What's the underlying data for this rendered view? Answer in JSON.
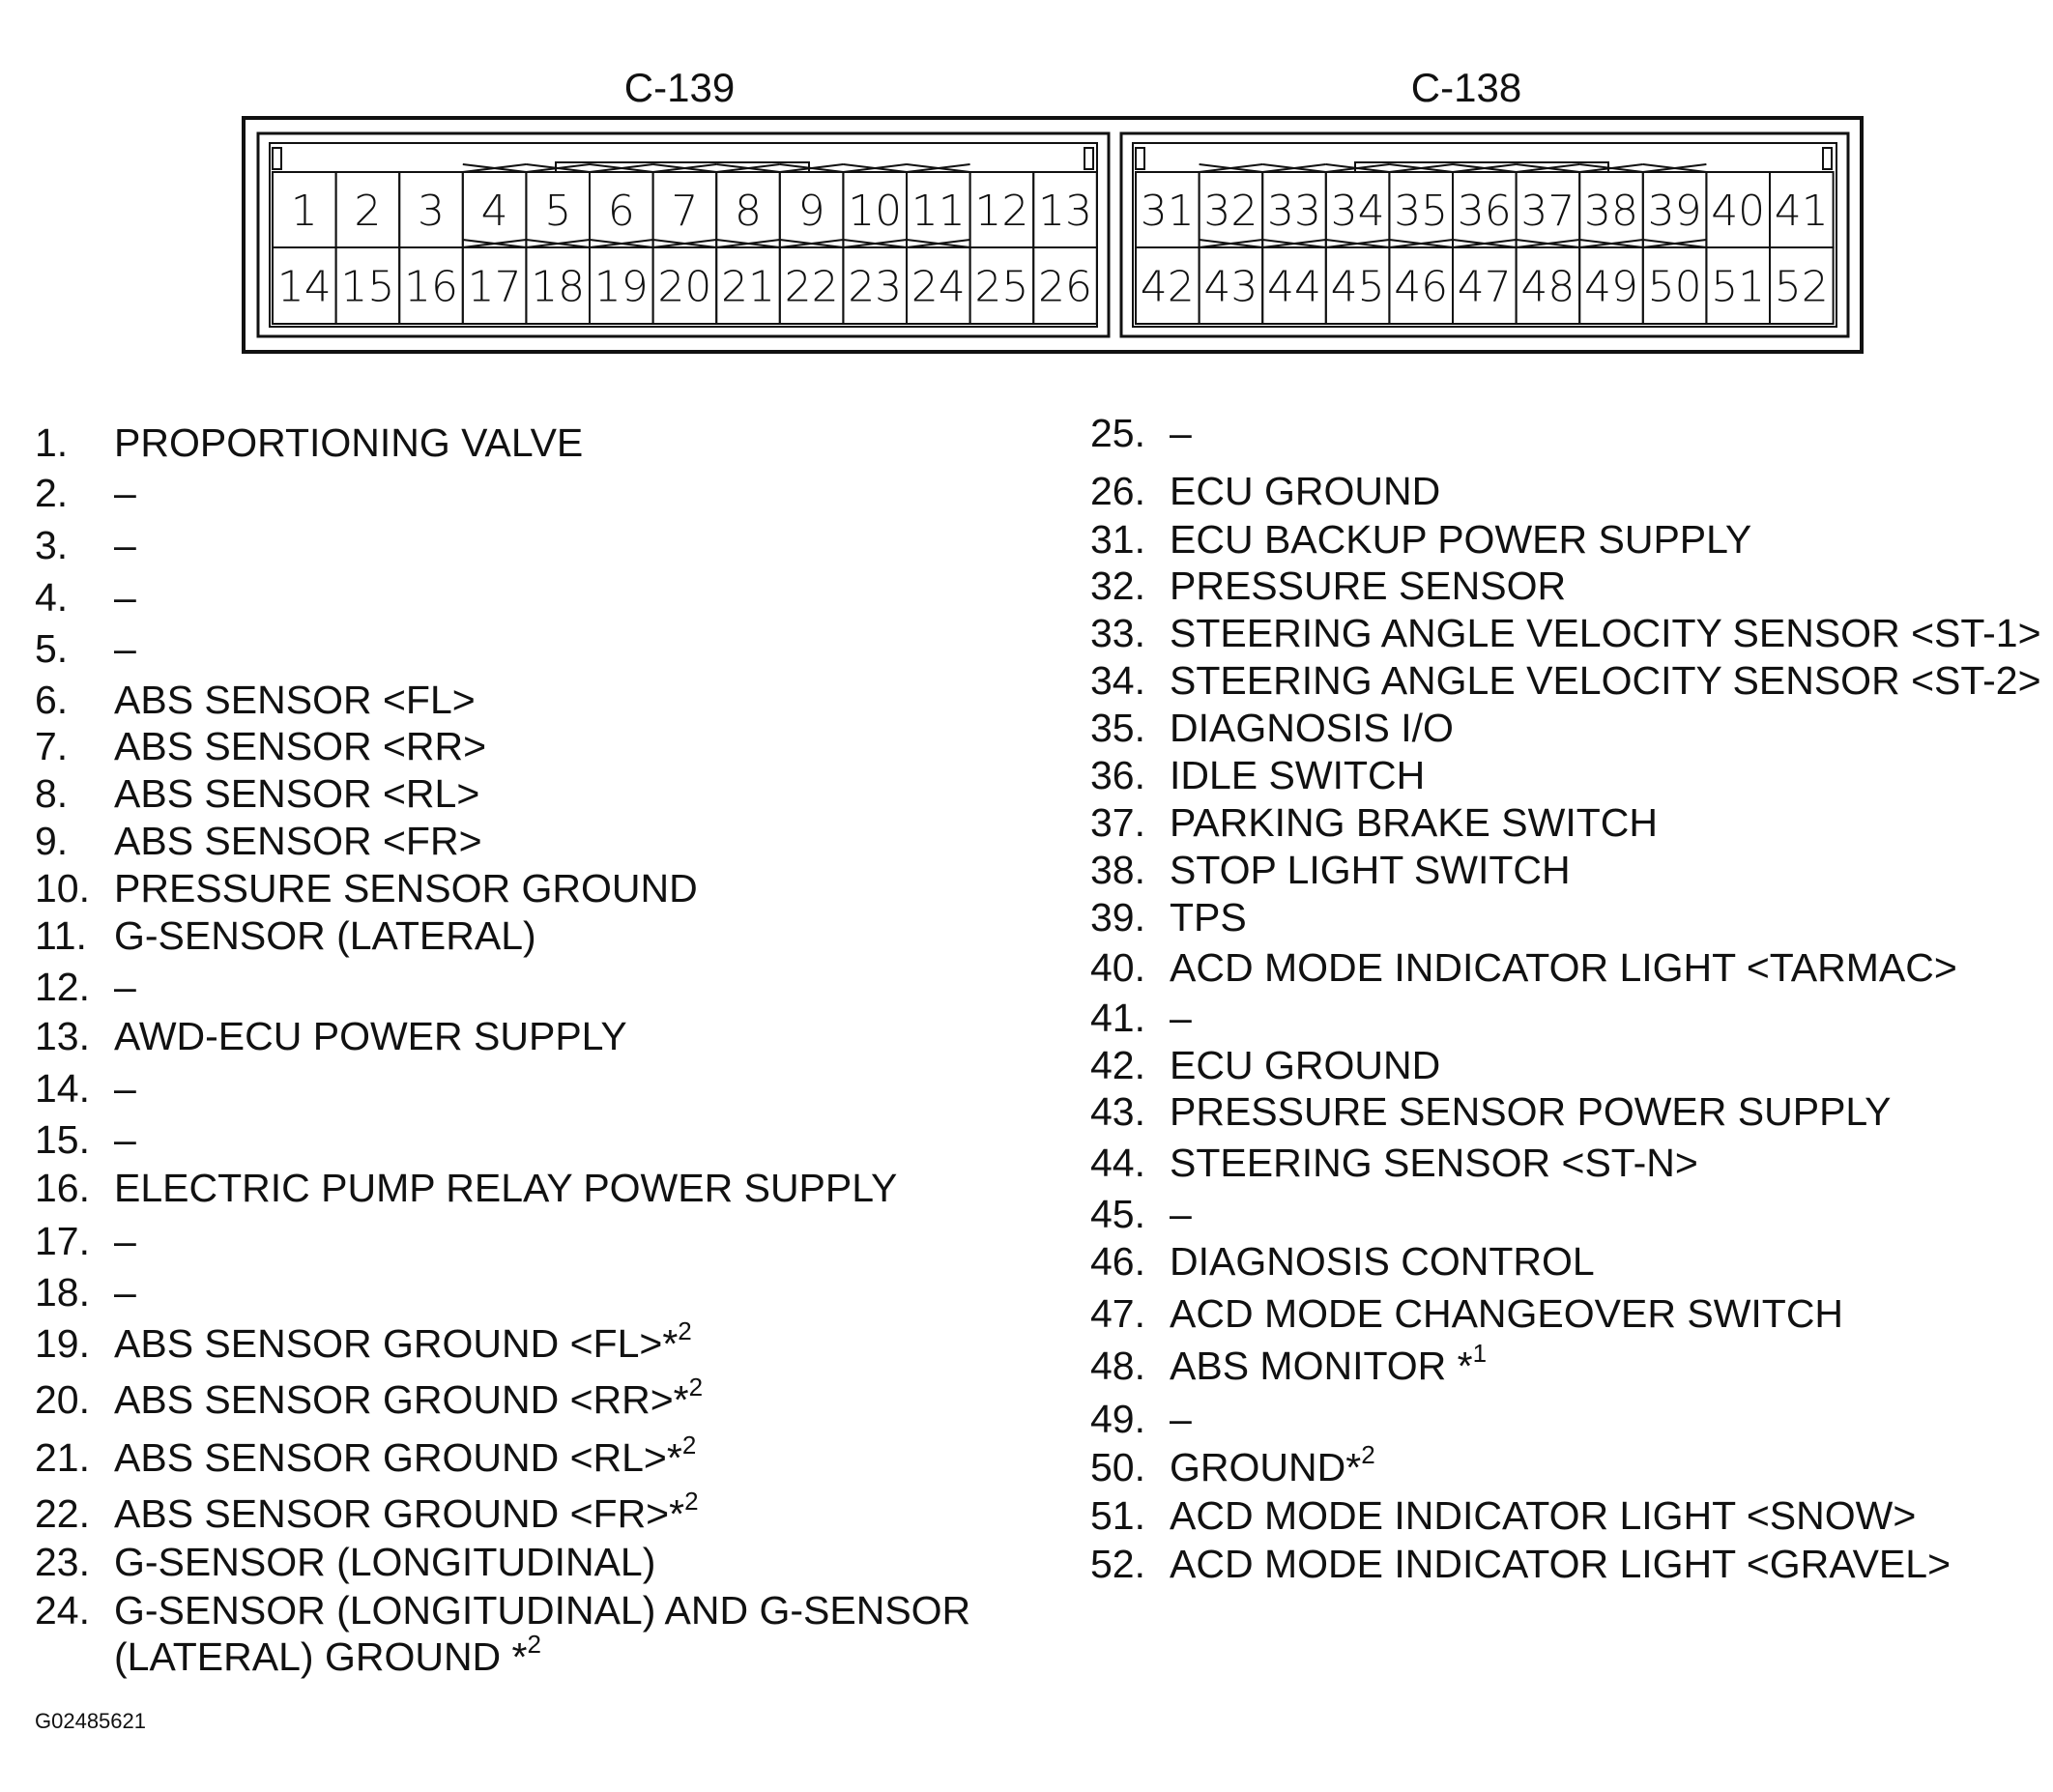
{
  "connectors": [
    {
      "name": "C-139",
      "top_row": [
        "1",
        "2",
        "3",
        "4",
        "5",
        "6",
        "7",
        "8",
        "9",
        "10",
        "11",
        "12",
        "13"
      ],
      "bottom_row": [
        "14",
        "15",
        "16",
        "17",
        "18",
        "19",
        "20",
        "21",
        "22",
        "23",
        "24",
        "25",
        "26"
      ]
    },
    {
      "name": "C-138",
      "top_row": [
        "31",
        "32",
        "33",
        "34",
        "35",
        "36",
        "37",
        "38",
        "39",
        "40",
        "41"
      ],
      "bottom_row": [
        "42",
        "43",
        "44",
        "45",
        "46",
        "47",
        "48",
        "49",
        "50",
        "51",
        "52"
      ]
    }
  ],
  "pins_left": [
    {
      "n": "1.",
      "label": "PROPORTIONING VALVE"
    },
    {
      "n": "2.",
      "label": "–"
    },
    {
      "n": "3.",
      "label": "–"
    },
    {
      "n": "4.",
      "label": "–"
    },
    {
      "n": "5.",
      "label": "–"
    },
    {
      "n": "6.",
      "label": "ABS SENSOR <FL>"
    },
    {
      "n": "7.",
      "label": "ABS SENSOR <RR>"
    },
    {
      "n": "8.",
      "label": "ABS SENSOR <RL>"
    },
    {
      "n": "9.",
      "label": "ABS SENSOR <FR>"
    },
    {
      "n": "10.",
      "label": "PRESSURE SENSOR GROUND"
    },
    {
      "n": "11.",
      "label": "G-SENSOR (LATERAL)"
    },
    {
      "n": "12.",
      "label": "–"
    },
    {
      "n": "13.",
      "label": "AWD-ECU POWER SUPPLY"
    },
    {
      "n": "14.",
      "label": "–"
    },
    {
      "n": "15.",
      "label": "–"
    },
    {
      "n": "16.",
      "label": "ELECTRIC PUMP RELAY POWER SUPPLY"
    },
    {
      "n": "17.",
      "label": "–"
    },
    {
      "n": "18.",
      "label": "–"
    },
    {
      "n": "19.",
      "label": "ABS SENSOR GROUND <FL>*",
      "sup": "2"
    },
    {
      "n": "20.",
      "label": "ABS SENSOR GROUND <RR>*",
      "sup": "2"
    },
    {
      "n": "21.",
      "label": "ABS SENSOR GROUND <RL>*",
      "sup": "2"
    },
    {
      "n": "22.",
      "label": "ABS SENSOR GROUND <FR>*",
      "sup": "2"
    },
    {
      "n": "23.",
      "label": "G-SENSOR (LONGITUDINAL)"
    },
    {
      "n": "24.",
      "label": "G-SENSOR (LONGITUDINAL) AND G-SENSOR"
    },
    {
      "n": "",
      "label": "(LATERAL) GROUND *",
      "sup": "2"
    }
  ],
  "pins_right": [
    {
      "n": "25.",
      "label": "–"
    },
    {
      "n": "26.",
      "label": "ECU GROUND"
    },
    {
      "n": "31.",
      "label": "ECU BACKUP POWER SUPPLY"
    },
    {
      "n": "32.",
      "label": "PRESSURE SENSOR"
    },
    {
      "n": "33.",
      "label": "STEERING ANGLE VELOCITY SENSOR <ST-1>"
    },
    {
      "n": "34.",
      "label": "STEERING ANGLE VELOCITY SENSOR <ST-2>"
    },
    {
      "n": "35.",
      "label": "DIAGNOSIS I/O"
    },
    {
      "n": "36.",
      "label": "IDLE SWITCH"
    },
    {
      "n": "37.",
      "label": "PARKING BRAKE SWITCH"
    },
    {
      "n": "38.",
      "label": "STOP LIGHT SWITCH"
    },
    {
      "n": "39.",
      "label": "TPS"
    },
    {
      "n": "40.",
      "label": "ACD MODE INDICATOR LIGHT <TARMAC>"
    },
    {
      "n": "41.",
      "label": "–"
    },
    {
      "n": "42.",
      "label": "ECU GROUND"
    },
    {
      "n": "43.",
      "label": "PRESSURE SENSOR POWER SUPPLY"
    },
    {
      "n": "44.",
      "label": "STEERING SENSOR <ST-N>"
    },
    {
      "n": "45.",
      "label": "–"
    },
    {
      "n": "46.",
      "label": "DIAGNOSIS CONTROL"
    },
    {
      "n": "47.",
      "label": "ACD MODE CHANGEOVER SWITCH"
    },
    {
      "n": "48.",
      "label": "ABS MONITOR *",
      "sup": "1"
    },
    {
      "n": "49.",
      "label": "–"
    },
    {
      "n": "50.",
      "label": "GROUND*",
      "sup": "2"
    },
    {
      "n": "51.",
      "label": "ACD MODE INDICATOR LIGHT <SNOW>"
    },
    {
      "n": "52.",
      "label": "ACD MODE INDICATOR LIGHT <GRAVEL>"
    }
  ],
  "figure_id": "G02485621"
}
